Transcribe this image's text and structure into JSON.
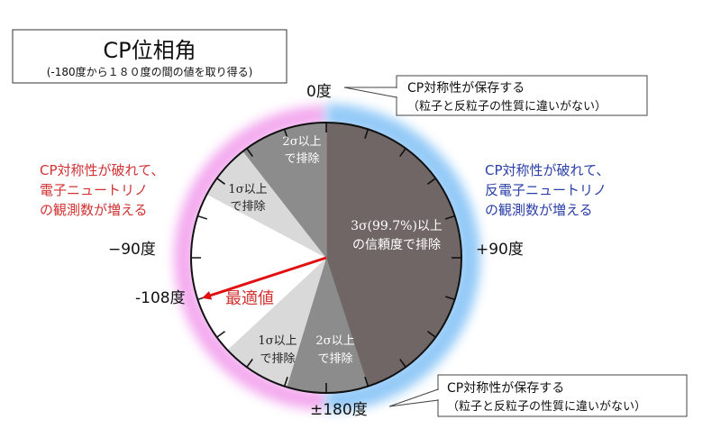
{
  "title": {
    "main": "CP位相角",
    "sub": "(-180度から１８０度の間の値を取り得る)"
  },
  "angle_labels": {
    "zero": "0度",
    "minus90": "−90度",
    "plus90": "+90度",
    "minus108": "-108度",
    "pm180": "±180度"
  },
  "callouts": {
    "top": {
      "line1": "CP対称性が保存する",
      "line2": "（粒子と反粒子の性質に違いがない）"
    },
    "bottom": {
      "line1": "CP対称性が保存する",
      "line2": "（粒子と反粒子の性質に違いがない）"
    }
  },
  "side_notes": {
    "left": {
      "line1": "CP対称性が破れて、",
      "line2": "電子ニュートリノ",
      "line3": "の観測数が増える"
    },
    "right": {
      "line1": "CP対称性が破れて、",
      "line2": "反電子ニュートリノ",
      "line3": "の観測数が増える"
    }
  },
  "regions": {
    "three_sigma": {
      "line1": "3σ(99.7%)以上",
      "line2": "の信頼度で排除"
    },
    "two_sigma_top": {
      "line1": "2σ以上",
      "line2": "で排除"
    },
    "one_sigma_top": {
      "line1": "1σ以上",
      "line2": "で排除"
    },
    "one_sigma_bottom": {
      "line1": "1σ以上",
      "line2": "で排除"
    },
    "two_sigma_bottom": {
      "line1": "2σ以上",
      "line2": "で排除"
    }
  },
  "best_fit": {
    "label": "最適値",
    "angle_deg": -108
  },
  "colors": {
    "dark": "#706666",
    "mid": "#8c8c8c",
    "light": "#d9d9d9",
    "pink": "#f3a6ee",
    "blue": "#8ec7f7",
    "red_text": "#d23232",
    "blue_text": "#2a3fa8",
    "arrow": "#e01010"
  }
}
